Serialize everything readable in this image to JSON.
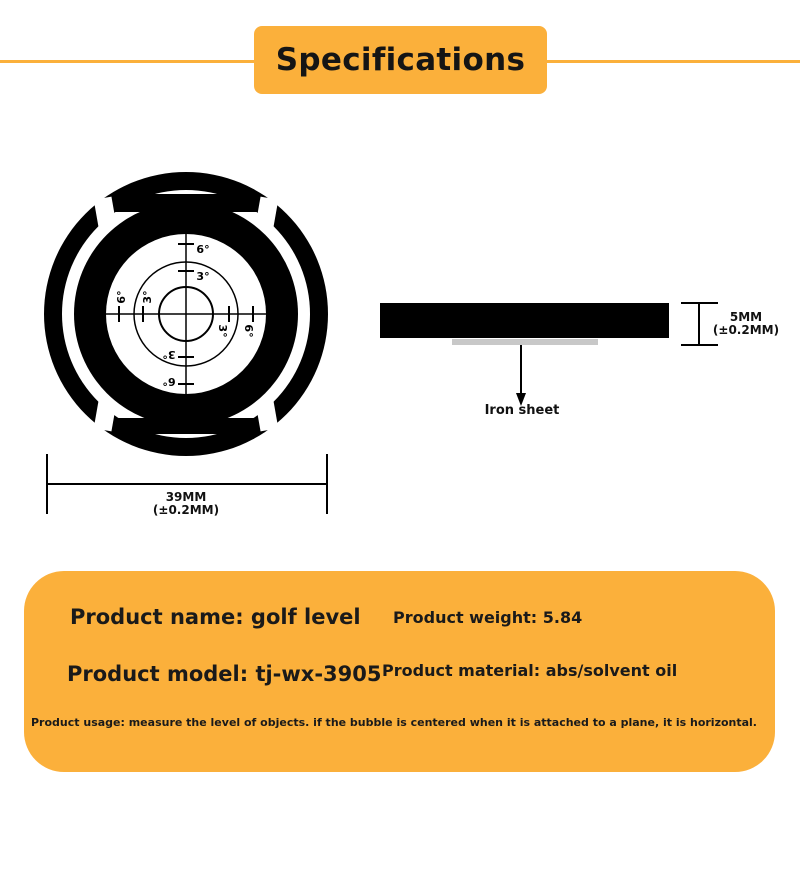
{
  "header": {
    "title": "Specifications"
  },
  "bubble_level": {
    "scale_top": [
      "6°",
      "3°"
    ],
    "scale_bottom": [
      "3°",
      "6°"
    ],
    "scale_left": [
      "6°",
      "3°"
    ],
    "scale_right": [
      "3°",
      "6°"
    ]
  },
  "dimensions": {
    "diameter": {
      "value": "39MM",
      "tolerance": "(±0.2MM)"
    },
    "thickness": {
      "value": "5MM",
      "tolerance": "(±0.2MM)"
    },
    "iron_sheet_label": "Iron sheet"
  },
  "specs": {
    "name": "Product name: golf level",
    "weight": "Product weight: 5.84",
    "model": "Product model: tj-wx-3905",
    "material": "Product material: abs/solvent oil",
    "usage": "Product usage: measure the level of objects. if the bubble is centered when it is attached to a plane, it is horizontal."
  },
  "colors": {
    "accent": "#fbb03b",
    "ink": "#000000"
  }
}
